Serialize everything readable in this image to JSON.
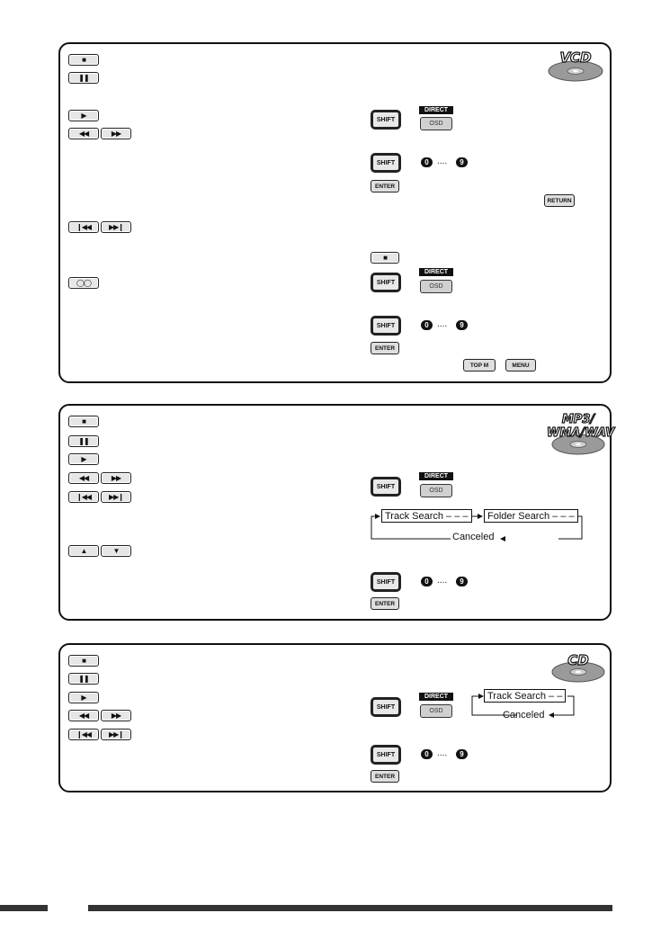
{
  "keys": {
    "stop": "■",
    "pause": "❚❚",
    "play": "▶",
    "rew": "◀◀",
    "ff": "▶▶",
    "prev": "❙◀◀",
    "next": "▶▶❙",
    "up": "▲",
    "down": "▼",
    "audio": "◯◯",
    "shift": "SHIFT",
    "direct": "DIRECT",
    "osd": "OSD",
    "enter": "ENTER",
    "return": "RETURN",
    "topm": "TOP M",
    "menu": "MENU",
    "digit_0": "0",
    "digit_9": "9",
    "dots": "...."
  },
  "discs": {
    "vcd": "VCD",
    "mp3_line1": "MP3/",
    "mp3_line2": "WMA/WAV",
    "cd": "CD"
  },
  "mp3_flow": {
    "track": "Track Search – – –",
    "folder": "Folder Search – – –",
    "canceled": "Canceled"
  },
  "cd_flow": {
    "track": "Track Search – –",
    "canceled": "Canceled"
  }
}
